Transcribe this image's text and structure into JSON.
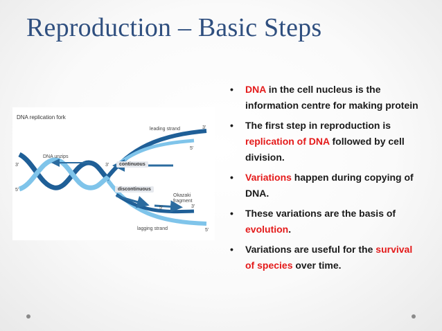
{
  "slide": {
    "title": "Reproduction – Basic Steps"
  },
  "figure": {
    "title": "DNA replication fork",
    "labels": {
      "leading_strand": "leading strand",
      "dna_unzips": "DNA unzips",
      "continuous": "continuous",
      "discontinuous": "discontinuous",
      "okazaki_line1": "Okazaki",
      "okazaki_line2": "fragment",
      "lagging_strand": "lagging strand",
      "three_prime": "3'",
      "five_prime": "5'"
    },
    "colors": {
      "strand_dark": "#1f5f97",
      "strand_light": "#7fc4ea",
      "arrow": "#2b6b9f"
    }
  },
  "bullets": [
    {
      "segments": [
        {
          "text": "DNA",
          "red": true
        },
        {
          "text": " in the cell nucleus is the information centre for making protein",
          "red": false
        }
      ]
    },
    {
      "segments": [
        {
          "text": "The first step in reproduction is ",
          "red": false
        },
        {
          "text": "replication of DNA",
          "red": true
        },
        {
          "text": " followed by cell division.",
          "red": false
        }
      ]
    },
    {
      "segments": [
        {
          "text": "Variations",
          "red": true
        },
        {
          "text": " happen during copying of DNA.",
          "red": false
        }
      ]
    },
    {
      "segments": [
        {
          "text": "These variations are the basis of ",
          "red": false
        },
        {
          "text": "evolution",
          "red": true
        },
        {
          "text": ".",
          "red": false
        }
      ]
    },
    {
      "segments": [
        {
          "text": "Variations are useful for the ",
          "red": false
        },
        {
          "text": "survival of species",
          "red": true
        },
        {
          "text": " over time.",
          "red": false
        }
      ]
    }
  ],
  "bullet_symbol": "•"
}
